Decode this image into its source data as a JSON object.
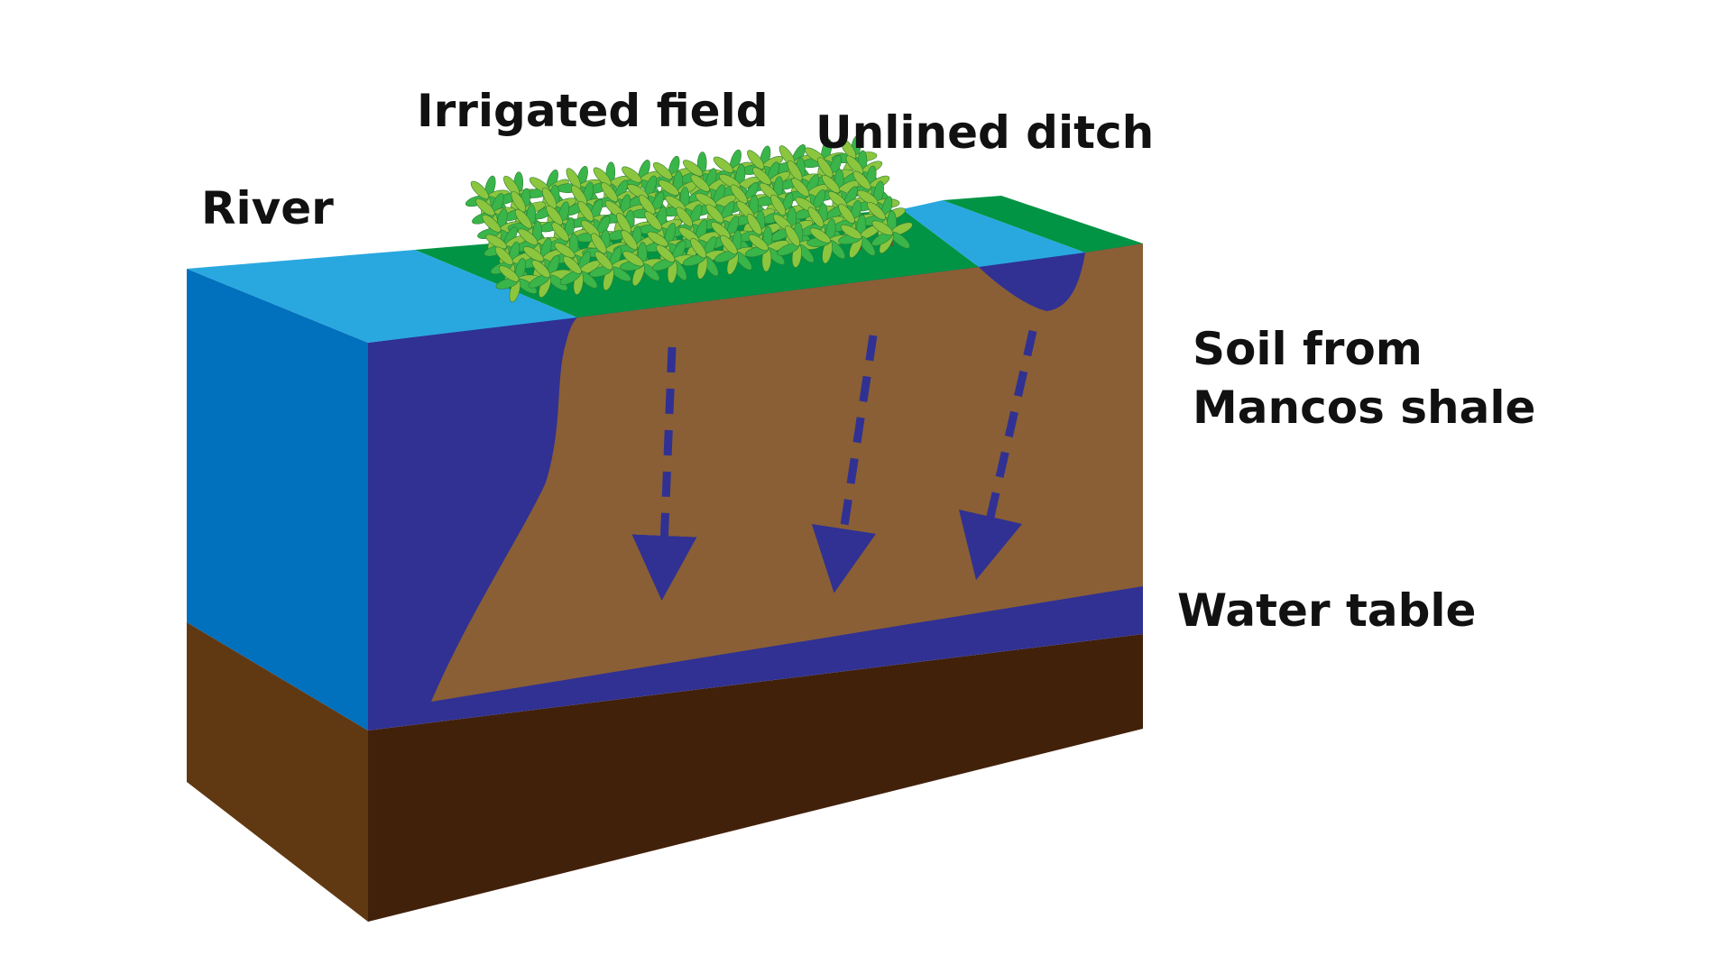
{
  "labels": {
    "river": "River",
    "irrigated_field": "Irrigated field",
    "unlined_ditch": "Unlined ditch",
    "soil_line1": "Soil from",
    "soil_line2": "Mancos shale",
    "water_table": "Water table"
  },
  "colors": {
    "river_top": "#29a8e0",
    "river_front": "#0170bd",
    "water_dark": "#303192",
    "soil": "#8a5f36",
    "bedrock_side": "#603913",
    "bedrock_front": "#42210b",
    "grass": "#009444",
    "plant_light": "#8cc63f",
    "plant_dark": "#39b54a"
  }
}
